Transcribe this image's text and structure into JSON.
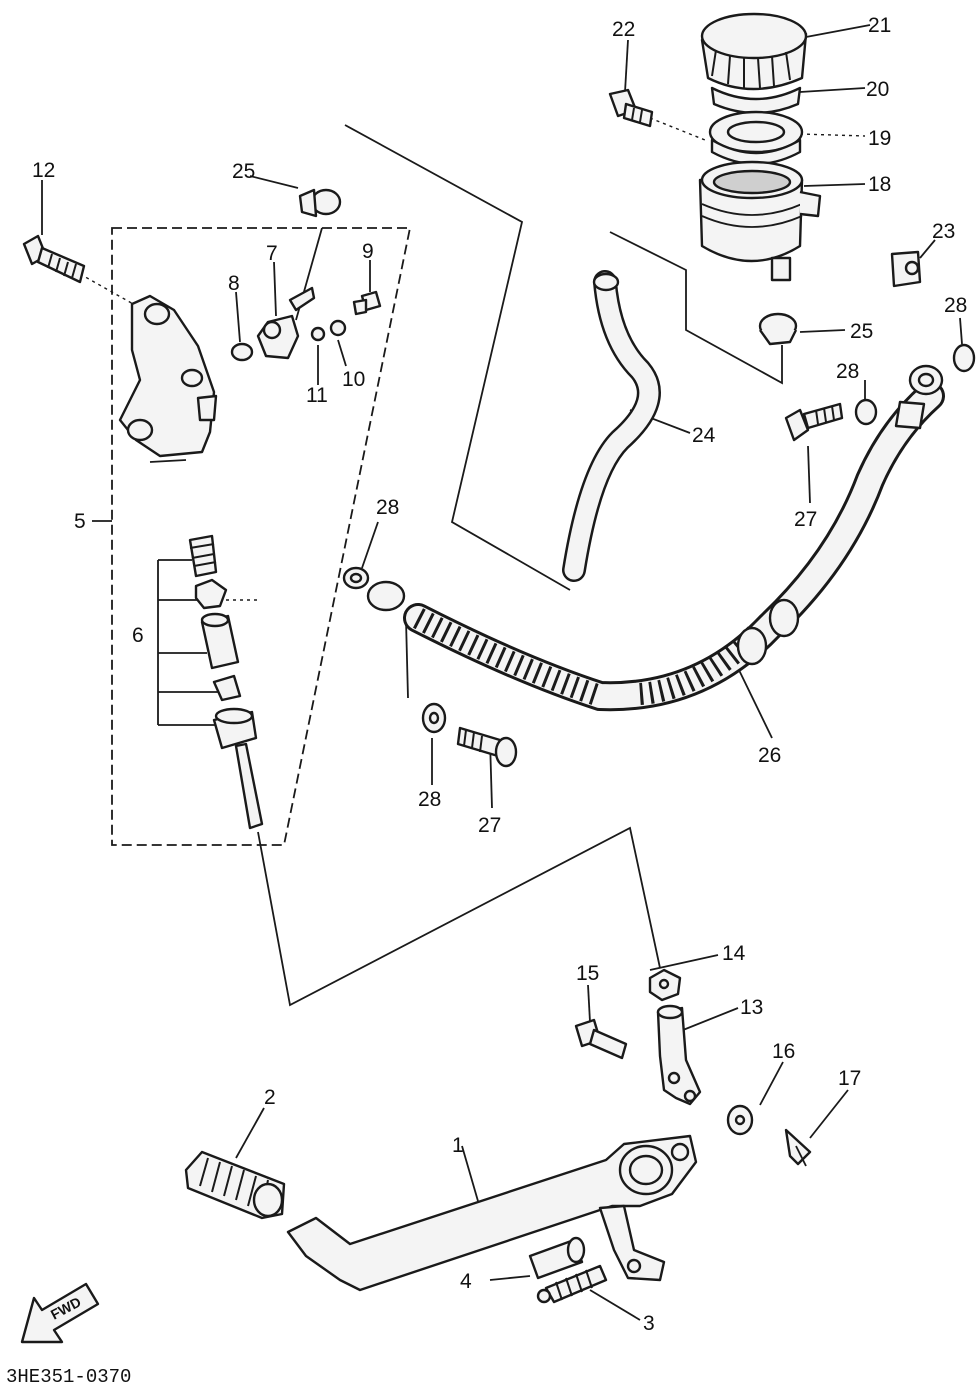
{
  "callouts": {
    "p1": "1",
    "p2": "2",
    "p3": "3",
    "p4": "4",
    "p5": "5",
    "p6": "6",
    "p7": "7",
    "p8": "8",
    "p9": "9",
    "p10": "10",
    "p11": "11",
    "p12": "12",
    "p13": "13",
    "p14": "14",
    "p15": "15",
    "p16": "16",
    "p17": "17",
    "p18": "18",
    "p19": "19",
    "p20": "20",
    "p21": "21",
    "p22": "22",
    "p23": "23",
    "p24": "24",
    "p25a": "25",
    "p25b": "25",
    "p26": "26",
    "p27a": "27",
    "p27b": "27",
    "p28a": "28",
    "p28b": "28",
    "p28c": "28",
    "p28d": "28"
  },
  "fwd_label": "FWD",
  "drawing_code": "3HE351-0370"
}
